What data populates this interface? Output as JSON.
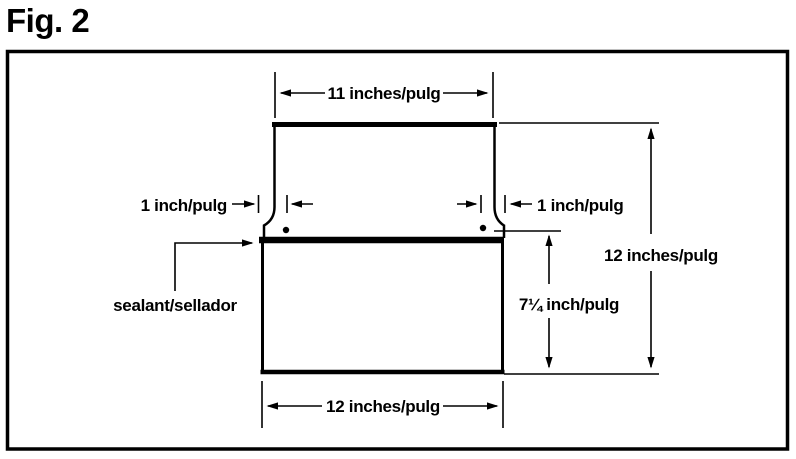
{
  "figure": {
    "title": "Fig. 2"
  },
  "diagram": {
    "type": "technical-drawing",
    "subject": "duct-section-with-sealant",
    "colors": {
      "line": "#000000",
      "background": "#ffffff"
    },
    "labels": {
      "top_width": "11 inches/pulg",
      "left_inset": "1 inch/pulg",
      "right_inset": "1 inch/pulg",
      "total_height": "12 inches/pulg",
      "lower_height": "7¼ inch/pulg",
      "bottom_width": "12 inches/pulg",
      "sealant": "sealant/sellador"
    }
  }
}
